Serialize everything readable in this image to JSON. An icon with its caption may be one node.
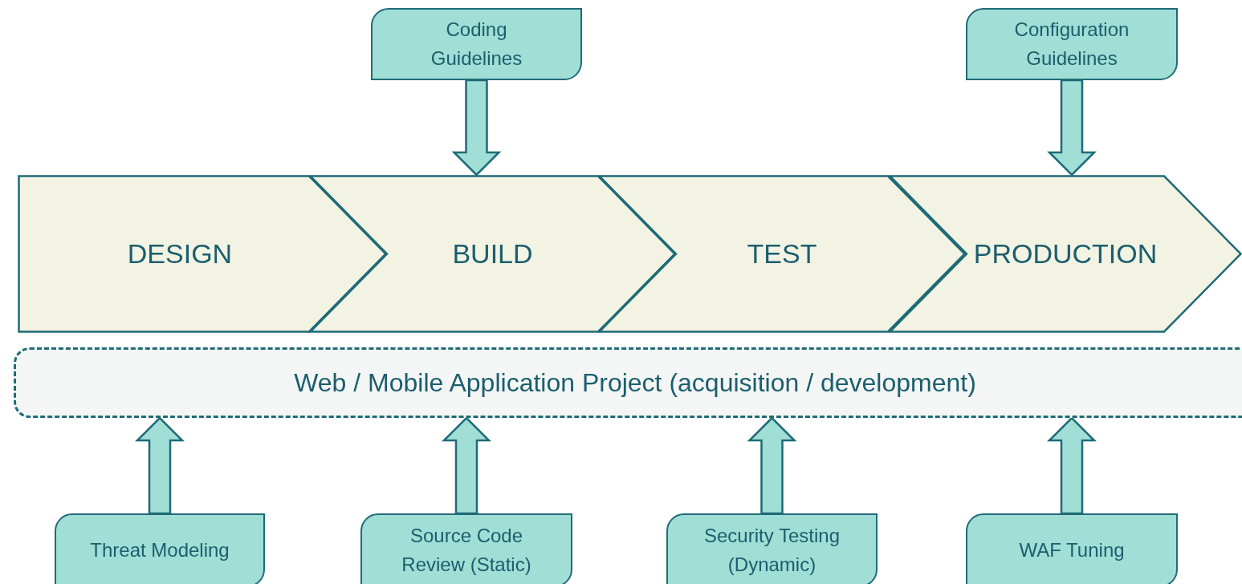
{
  "diagram": {
    "nodes": [
      {
        "text": [
          "Coding Guidelines"
        ]
      },
      {
        "text": [
          "Configuration Guidelines"
        ]
      },
      {
        "text": [
          "DESIGN"
        ]
      },
      {
        "text": [
          "BUILD"
        ]
      },
      {
        "text": [
          "TEST"
        ]
      },
      {
        "text": [
          "PRODUCTION"
        ]
      },
      {
        "text": [
          "Web / Mobile Application Project (acquisition / development)"
        ]
      },
      {
        "text": [
          "Threat Modeling"
        ]
      },
      {
        "text": [
          "Source Code Review (Static)"
        ]
      },
      {
        "text": [
          "Security Testing (Dynamic)"
        ]
      },
      {
        "text": [
          "WAF Tuning"
        ]
      }
    ],
    "edges": [
      {
        "from": 0,
        "to": 3,
        "arrow": "to"
      },
      {
        "from": 1,
        "to": 5,
        "arrow": "to"
      },
      {
        "from": 7,
        "to": 6,
        "arrow": "to"
      },
      {
        "from": 8,
        "to": 6,
        "arrow": "to"
      },
      {
        "from": 9,
        "to": 6,
        "arrow": "to"
      },
      {
        "from": 10,
        "to": 6,
        "arrow": "to"
      }
    ]
  }
}
